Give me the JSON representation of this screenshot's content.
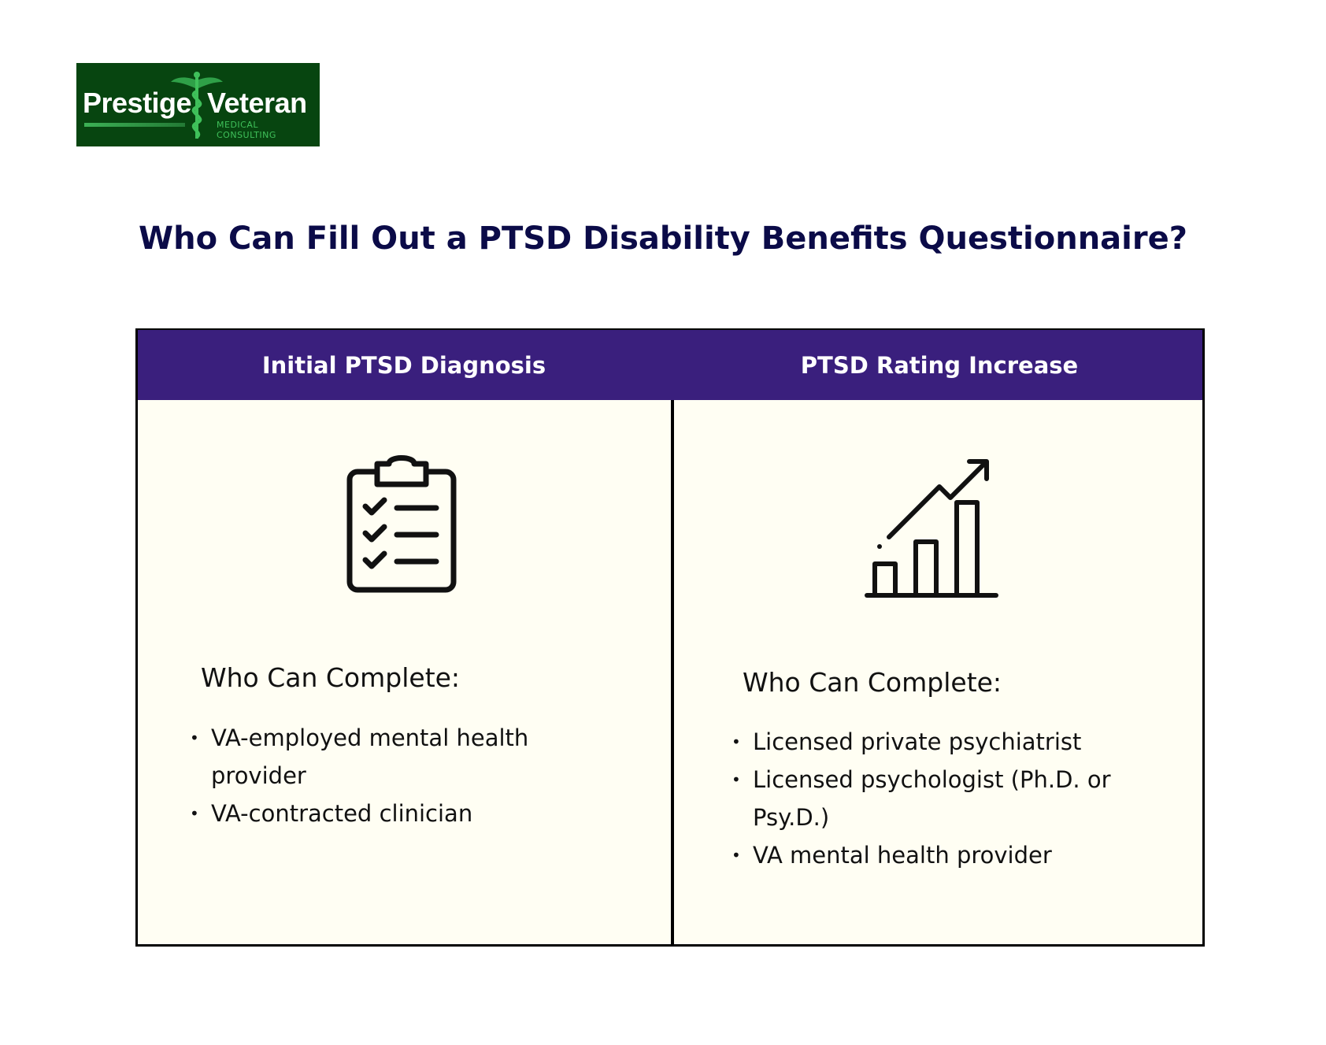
{
  "logo": {
    "word1": "Prestige",
    "word2": "Veteran",
    "tagline": "MEDICAL CONSULTING",
    "colors": {
      "bg": "#074510",
      "accent": "#3fc05a"
    }
  },
  "title": "Who Can Fill Out a PTSD Disability Benefits Questionnaire?",
  "colors": {
    "title": "#0b0b48",
    "header": "#3a1f7d",
    "cell_bg": "#fffef3"
  },
  "columns": [
    {
      "header": "Initial PTSD Diagnosis",
      "icon": "clipboard-checklist-icon",
      "subheading": "Who Can Complete:",
      "items": [
        "VA-employed mental health provider",
        "VA-contracted clinician"
      ]
    },
    {
      "header": "PTSD Rating Increase",
      "icon": "bar-chart-growth-icon",
      "subheading": "Who Can Complete:",
      "items": [
        "Licensed private psychiatrist",
        "Licensed psychologist (Ph.D. or Psy.D.)",
        "VA mental health provider"
      ]
    }
  ]
}
